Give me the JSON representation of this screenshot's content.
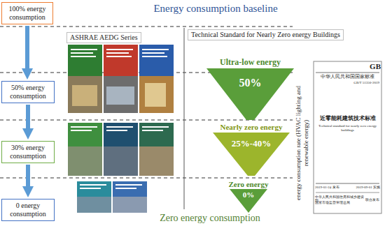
{
  "diagram": {
    "title": "Energy consumption baseline",
    "nodes": [
      {
        "text": [
          "100% energy consumption"
        ]
      },
      {
        "text": [
          "ASHRAE AEDG Series"
        ]
      },
      {
        "text": [
          "Technical Standard for Nearly Zero energy Buildings"
        ]
      },
      {
        "text": [
          "50% energy consumption"
        ]
      },
      {
        "text": [
          "Ultra-low energy",
          "50%"
        ]
      },
      {
        "text": [
          "30% energy consumption"
        ]
      },
      {
        "text": [
          "Nearly zero energy",
          "25%-40%"
        ]
      },
      {
        "text": [
          "0 energy consumption"
        ]
      },
      {
        "text": [
          "Zero energy",
          "0%"
        ]
      }
    ],
    "edges": [
      {
        "from": 0,
        "to": 3,
        "arrow": "to"
      },
      {
        "from": 3,
        "to": 5,
        "arrow": "to"
      },
      {
        "from": 5,
        "to": 7,
        "arrow": "to"
      }
    ],
    "labels": [
      "energy consumption rate (HVAC lighting and renewable energy)",
      "GB",
      "中华人民共和国国家标准",
      "GB/T 51350-2019",
      "近零能耗建筑技术标准",
      "Technical standard for nearly zero energy buildings",
      "2019-01-24 发布",
      "2019-09-01 实施",
      "中华人民共和国住房和城乡建设部",
      "国家市场监督管理总局",
      "联合发布",
      "Zero energy consumption"
    ]
  }
}
